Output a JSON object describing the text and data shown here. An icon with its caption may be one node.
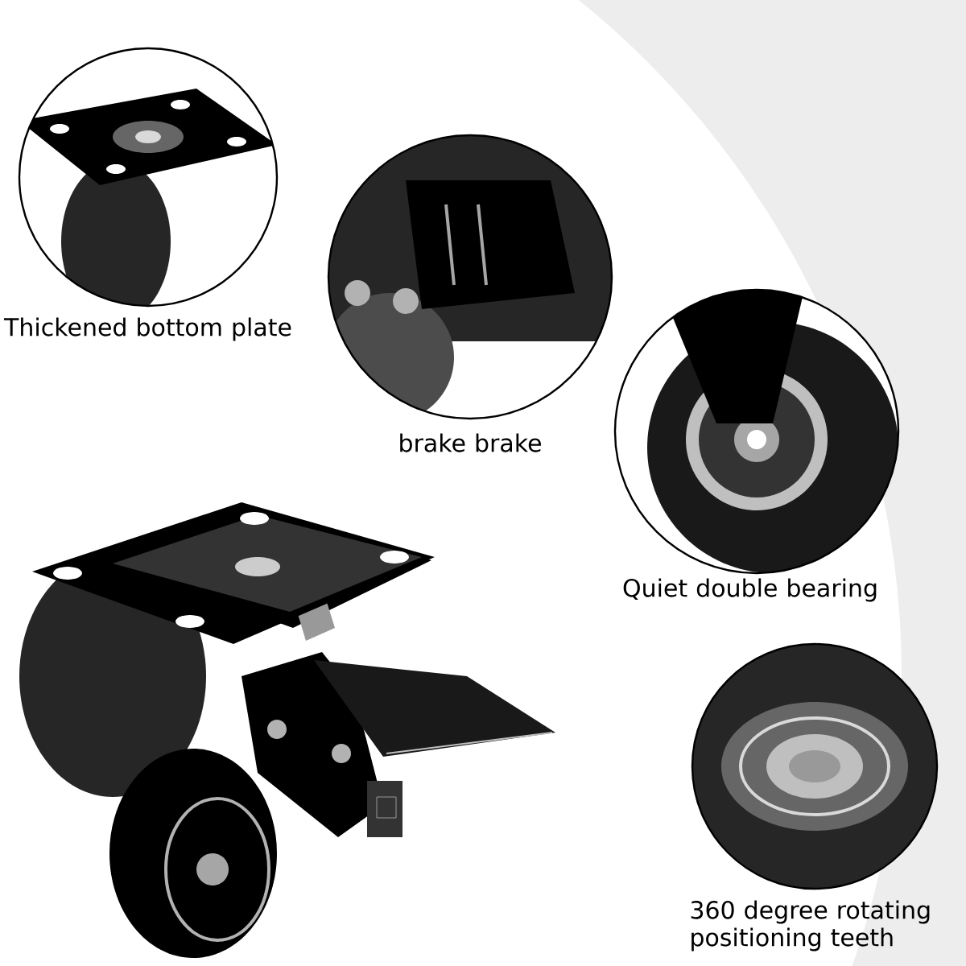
{
  "diagram": {
    "nodes": [
      {
        "text": [
          "Thickened bottom plate"
        ]
      },
      {
        "text": [
          "brake brake"
        ]
      },
      {
        "text": [
          "Quiet double bearing"
        ]
      },
      {
        "text": [
          "360 degree rotating positioning teeth"
        ]
      }
    ]
  }
}
